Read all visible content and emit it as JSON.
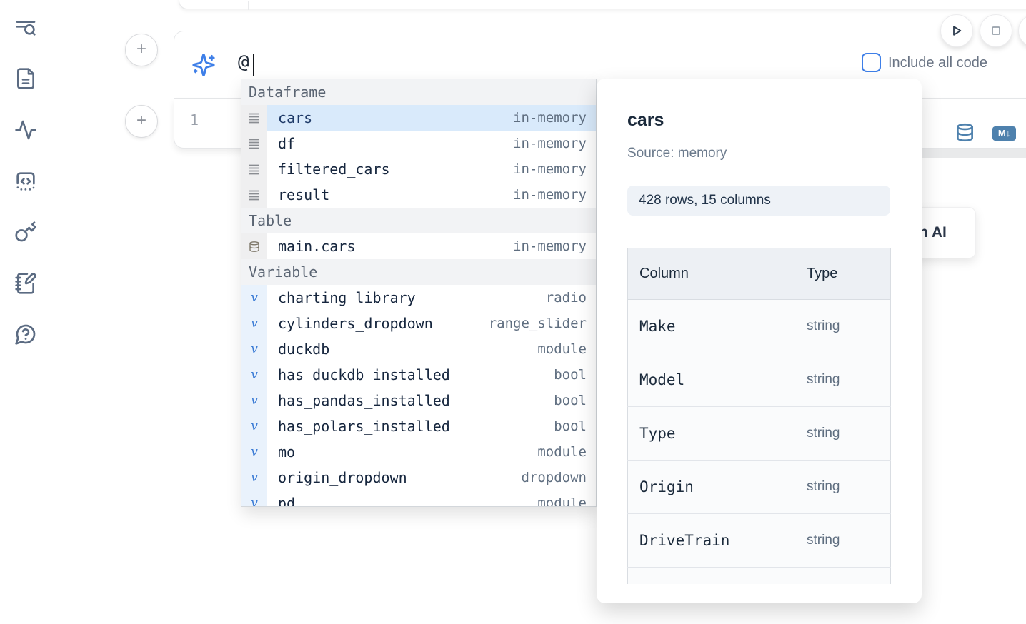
{
  "sidebar": {
    "icons": [
      "list-search",
      "file-text",
      "activity",
      "code-snippets",
      "key",
      "notebook-edit",
      "help-bubble"
    ]
  },
  "run_controls": {
    "play_icon": "play",
    "stop_icon": "stop",
    "partial_icon": "circle-clipped"
  },
  "prompt_cell": {
    "value": "@",
    "sparkles_icon": "ai-sparkles",
    "include_all_code_label": "Include all code",
    "include_all_code_checked": false
  },
  "code_cell": {
    "line_number": "1",
    "icons": [
      "database",
      "markdown-export"
    ]
  },
  "autocomplete": {
    "sections": [
      {
        "label": "Dataframe",
        "items": [
          {
            "name": "cars",
            "type": "in-memory",
            "icon": "rows",
            "selected": true
          },
          {
            "name": "df",
            "type": "in-memory",
            "icon": "rows"
          },
          {
            "name": "filtered_cars",
            "type": "in-memory",
            "icon": "rows"
          },
          {
            "name": "result",
            "type": "in-memory",
            "icon": "rows"
          }
        ]
      },
      {
        "label": "Table",
        "items": [
          {
            "name": "main.cars",
            "type": "in-memory",
            "icon": "database"
          }
        ]
      },
      {
        "label": "Variable",
        "items": [
          {
            "name": "charting_library",
            "type": "radio",
            "icon": "variable"
          },
          {
            "name": "cylinders_dropdown",
            "type": "range_slider",
            "icon": "variable"
          },
          {
            "name": "duckdb",
            "type": "module",
            "icon": "variable"
          },
          {
            "name": "has_duckdb_installed",
            "type": "bool",
            "icon": "variable"
          },
          {
            "name": "has_pandas_installed",
            "type": "bool",
            "icon": "variable"
          },
          {
            "name": "has_polars_installed",
            "type": "bool",
            "icon": "variable"
          },
          {
            "name": "mo",
            "type": "module",
            "icon": "variable"
          },
          {
            "name": "origin_dropdown",
            "type": "dropdown",
            "icon": "variable"
          },
          {
            "name": "pd",
            "type": "module",
            "icon": "variable",
            "partial": true
          }
        ]
      }
    ]
  },
  "preview_panel": {
    "title": "cars",
    "source_label": "Source: memory",
    "shape_badge": "428 rows, 15 columns",
    "table": {
      "headers": [
        "Column",
        "Type"
      ],
      "rows": [
        [
          "Make",
          "string"
        ],
        [
          "Model",
          "string"
        ],
        [
          "Type",
          "string"
        ],
        [
          "Origin",
          "string"
        ],
        [
          "DriveTrain",
          "string"
        ]
      ]
    }
  },
  "ai_button": {
    "visible_label": "h AI"
  },
  "colors": {
    "accent_blue": "#3e7fe8",
    "selection_blue": "#d9eafb",
    "steel_blue": "#4e81ad",
    "icon_slate": "#5b6b82"
  }
}
